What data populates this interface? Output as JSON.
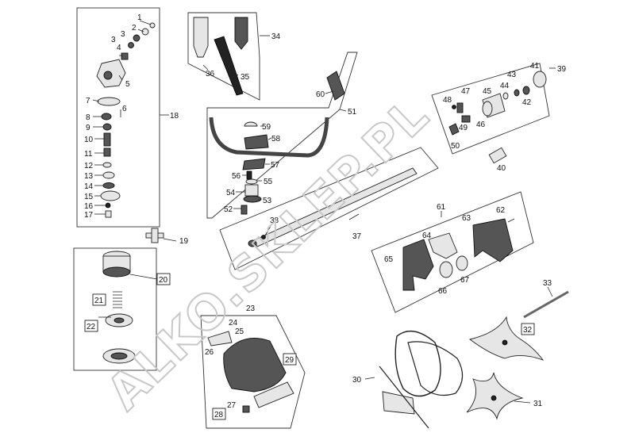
{
  "watermark": "ALKO.SKLEP.PL",
  "labels": {
    "l1": "1",
    "l2": "2",
    "l3": "3",
    "l3b": "3",
    "l4": "4",
    "l5": "5",
    "l6": "6",
    "l7": "7",
    "l8": "8",
    "l9": "9",
    "l10": "10",
    "l11": "11",
    "l12": "12",
    "l13": "13",
    "l14": "14",
    "l15": "15",
    "l16": "16",
    "l17": "17",
    "l18": "18",
    "l19": "19",
    "l20": "20",
    "l21": "21",
    "l22": "22",
    "l23": "23",
    "l24": "24",
    "l25": "25",
    "l26": "26",
    "l27": "27",
    "l28": "28",
    "l29": "29",
    "l30": "30",
    "l31": "31",
    "l32": "32",
    "l33": "33",
    "l34": "34",
    "l35": "35",
    "l36": "36",
    "l37": "37",
    "l38": "38",
    "l39": "39",
    "l40": "40",
    "l41": "41",
    "l42": "42",
    "l43": "43",
    "l44": "44",
    "l45": "45",
    "l46": "46",
    "l47": "47",
    "l48": "48",
    "l49": "49",
    "l50": "50",
    "l51": "51",
    "l52": "52",
    "l53": "53",
    "l54": "54",
    "l55": "55",
    "l56": "56",
    "l57": "57",
    "l58": "58",
    "l59": "59",
    "l60": "60",
    "l61": "61",
    "l62": "62",
    "l63": "63",
    "l64": "64",
    "l65": "65",
    "l66": "66",
    "l67": "67"
  }
}
